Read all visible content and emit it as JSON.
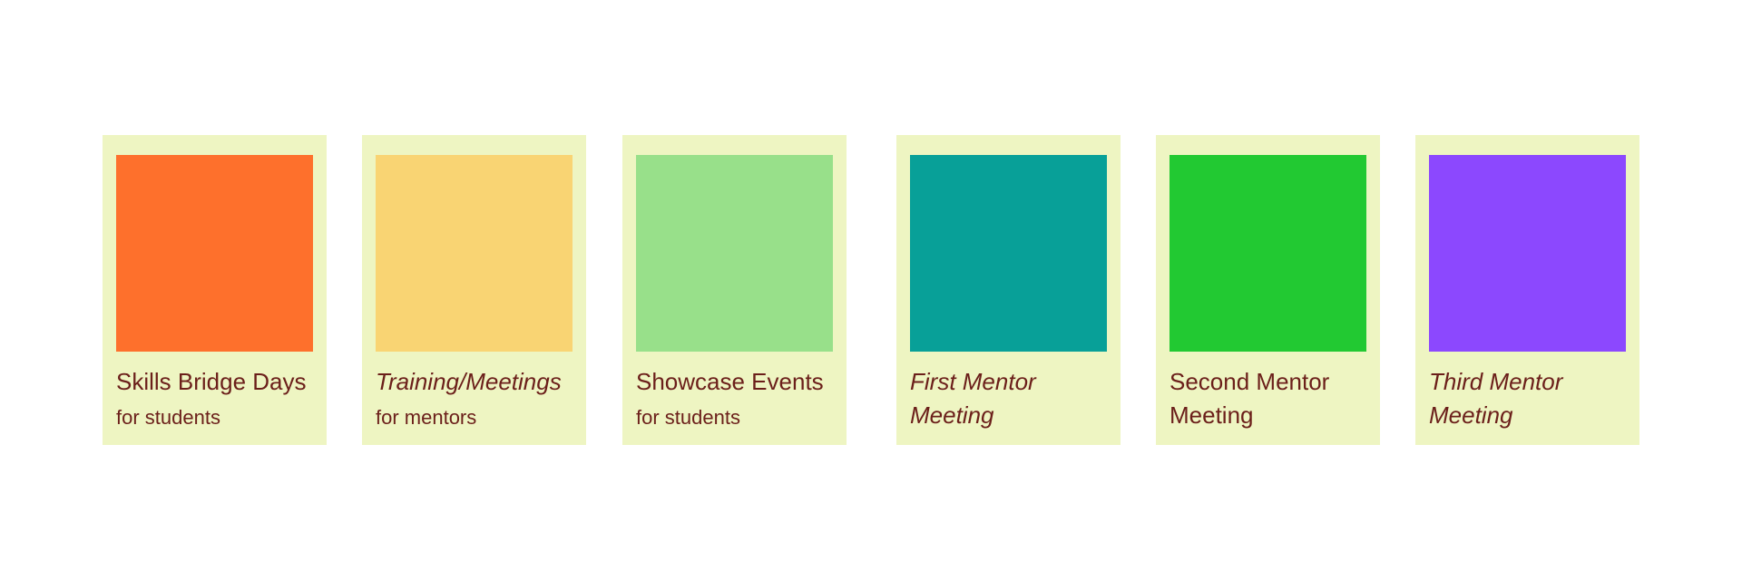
{
  "legend": {
    "items": [
      {
        "title": "Skills Bridge Days",
        "subtitle": "for students",
        "color": "#fe702c",
        "italic": false
      },
      {
        "title": "Training/Meetings",
        "subtitle": "for mentors",
        "color": "#f9d473",
        "italic": true
      },
      {
        "title": "Showcase Events",
        "subtitle": "for students",
        "color": "#98e08a",
        "italic": false
      },
      {
        "title": "First Mentor Meeting",
        "subtitle": "",
        "color": "#08a098",
        "italic": true
      },
      {
        "title": "Second Mentor Meeting",
        "subtitle": "",
        "color": "#22c932",
        "italic": false
      },
      {
        "title": "Third Mentor Meeting",
        "subtitle": "",
        "color": "#8c48fe",
        "italic": true
      }
    ]
  }
}
